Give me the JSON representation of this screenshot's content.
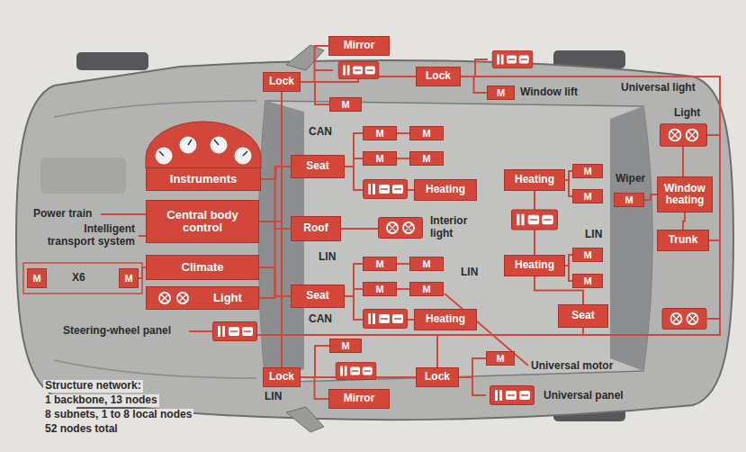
{
  "diagram": {
    "nodes": [
      {
        "text": [
          "Mirror"
        ]
      },
      {
        "text": [
          "Lock"
        ]
      },
      {
        "text": [
          "Lock"
        ]
      },
      {
        "text": [
          "M"
        ]
      },
      {
        "text": [
          "M"
        ]
      },
      {
        "text": [
          "M"
        ]
      },
      {
        "text": [
          "M"
        ]
      },
      {
        "text": [
          "Instruments"
        ]
      },
      {
        "text": [
          "Seat"
        ]
      },
      {
        "text": [
          "M"
        ]
      },
      {
        "text": [
          "M"
        ]
      },
      {
        "text": [
          "Heating"
        ]
      },
      {
        "text": [
          "M"
        ]
      },
      {
        "text": [
          "M"
        ]
      },
      {
        "text": [
          "Window heating"
        ]
      },
      {
        "text": [
          "Heating"
        ]
      },
      {
        "text": [
          "M"
        ]
      },
      {
        "text": [
          "Central body control"
        ]
      },
      {
        "text": [
          "Roof"
        ]
      },
      {
        "text": [
          "Trunk"
        ]
      },
      {
        "text": [
          "M"
        ]
      },
      {
        "text": [
          "Heating"
        ]
      },
      {
        "text": [
          "Climate"
        ]
      },
      {
        "text": [
          "M"
        ]
      },
      {
        "text": [
          "M"
        ]
      },
      {
        "text": [
          "M"
        ]
      },
      {
        "text": [
          "M"
        ]
      },
      {
        "text": [
          "M"
        ]
      },
      {
        "text": [
          "Seat"
        ]
      },
      {
        "text": [
          "M"
        ]
      },
      {
        "text": [
          "M"
        ]
      },
      {
        "text": [
          "Light"
        ]
      },
      {
        "text": [
          "Seat"
        ]
      },
      {
        "text": [
          "Heating"
        ]
      },
      {
        "text": [
          "M"
        ]
      },
      {
        "text": [
          "M"
        ]
      },
      {
        "text": [
          "Lock"
        ]
      },
      {
        "text": [
          "Lock"
        ]
      },
      {
        "text": [
          "Mirror"
        ]
      }
    ],
    "edges": [
      {
        "from": 1,
        "to": 0,
        "arrow": "none"
      },
      {
        "from": 1,
        "to": 3,
        "arrow": "none"
      },
      {
        "from": 1,
        "to": 2,
        "arrow": "none"
      },
      {
        "from": 2,
        "to": 4,
        "arrow": "none"
      },
      {
        "from": 2,
        "to": 19,
        "arrow": "none"
      },
      {
        "from": 1,
        "to": 17,
        "arrow": "none"
      },
      {
        "from": 36,
        "to": 17,
        "arrow": "none"
      },
      {
        "from": 7,
        "to": 8,
        "arrow": "none"
      },
      {
        "from": 17,
        "to": 8,
        "arrow": "none"
      },
      {
        "from": 17,
        "to": 18,
        "arrow": "none"
      },
      {
        "from": 17,
        "to": 28,
        "arrow": "none"
      },
      {
        "from": 22,
        "to": 28,
        "arrow": "none"
      },
      {
        "from": 31,
        "to": 28,
        "arrow": "none"
      },
      {
        "from": 24,
        "to": 22,
        "arrow": "none"
      },
      {
        "from": 8,
        "to": 5,
        "arrow": "none"
      },
      {
        "from": 5,
        "to": 6,
        "arrow": "none"
      },
      {
        "from": 8,
        "to": 9,
        "arrow": "none"
      },
      {
        "from": 9,
        "to": 10,
        "arrow": "none"
      },
      {
        "from": 8,
        "to": 15,
        "arrow": "none"
      },
      {
        "from": 28,
        "to": 25,
        "arrow": "none"
      },
      {
        "from": 25,
        "to": 26,
        "arrow": "none"
      },
      {
        "from": 28,
        "to": 29,
        "arrow": "none"
      },
      {
        "from": 29,
        "to": 30,
        "arrow": "none"
      },
      {
        "from": 28,
        "to": 33,
        "arrow": "none"
      },
      {
        "from": 11,
        "to": 12,
        "arrow": "none"
      },
      {
        "from": 11,
        "to": 16,
        "arrow": "none"
      },
      {
        "from": 11,
        "to": 21,
        "arrow": "none"
      },
      {
        "from": 21,
        "to": 20,
        "arrow": "none"
      },
      {
        "from": 21,
        "to": 27,
        "arrow": "none"
      },
      {
        "from": 32,
        "to": 21,
        "arrow": "none"
      },
      {
        "from": 13,
        "to": 14,
        "arrow": "none"
      },
      {
        "from": 14,
        "to": 19,
        "arrow": "none"
      },
      {
        "from": 36,
        "to": 34,
        "arrow": "none"
      },
      {
        "from": 36,
        "to": 38,
        "arrow": "none"
      },
      {
        "from": 36,
        "to": 37,
        "arrow": "none"
      },
      {
        "from": 37,
        "to": 35,
        "arrow": "none"
      }
    ],
    "labels": [
      "Window lift",
      "Universal light",
      "Light",
      "CAN",
      "Power train",
      "Intelligent transport system",
      "Interior light",
      "Wiper",
      "LIN",
      "LIN",
      "X6",
      "LIN",
      "CAN",
      "Steering-wheel panel",
      "LIN",
      "Universal motor",
      "Universal panel",
      "Structure network:",
      "1 backbone, 13 nodes",
      "8 subnets, 1 to 8 local nodes",
      "52 nodes total"
    ]
  }
}
